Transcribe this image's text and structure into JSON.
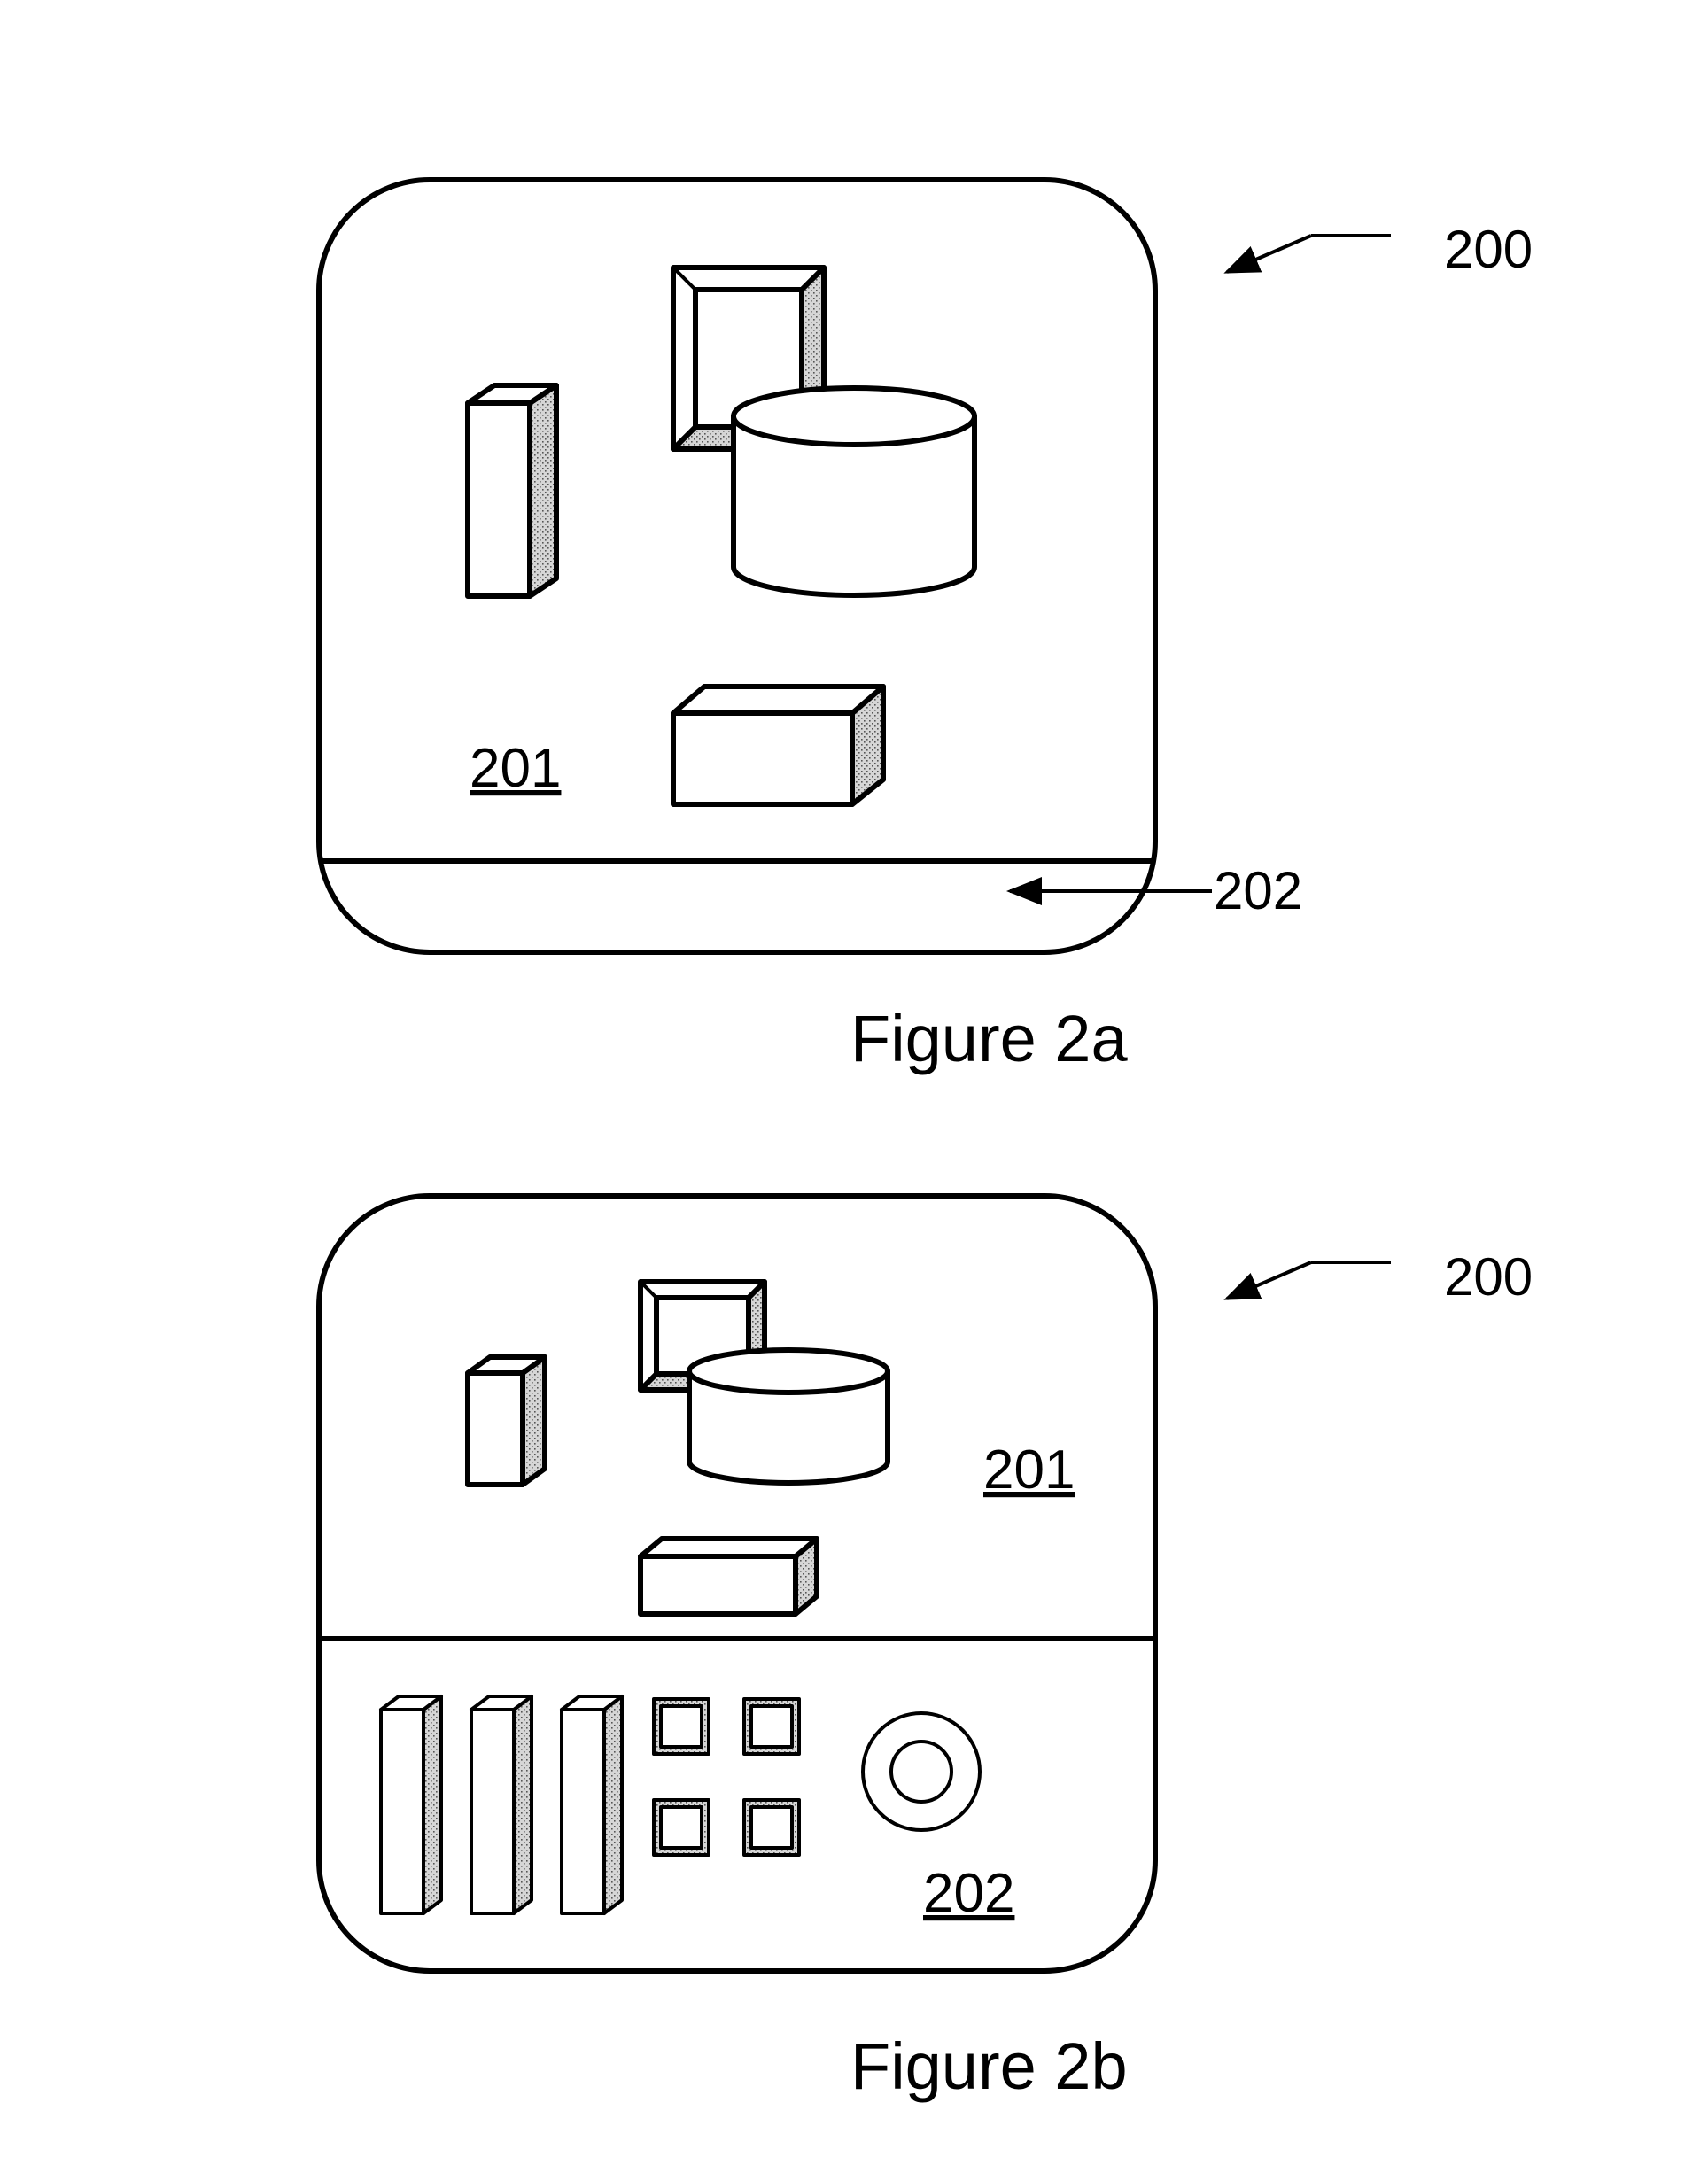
{
  "figure_a": {
    "caption": "Figure 2a",
    "device_ref": "200",
    "region_upper_ref": "201",
    "region_lower_ref": "202"
  },
  "figure_b": {
    "caption": "Figure 2b",
    "device_ref": "200",
    "region_upper_ref": "201",
    "region_lower_ref": "202"
  }
}
